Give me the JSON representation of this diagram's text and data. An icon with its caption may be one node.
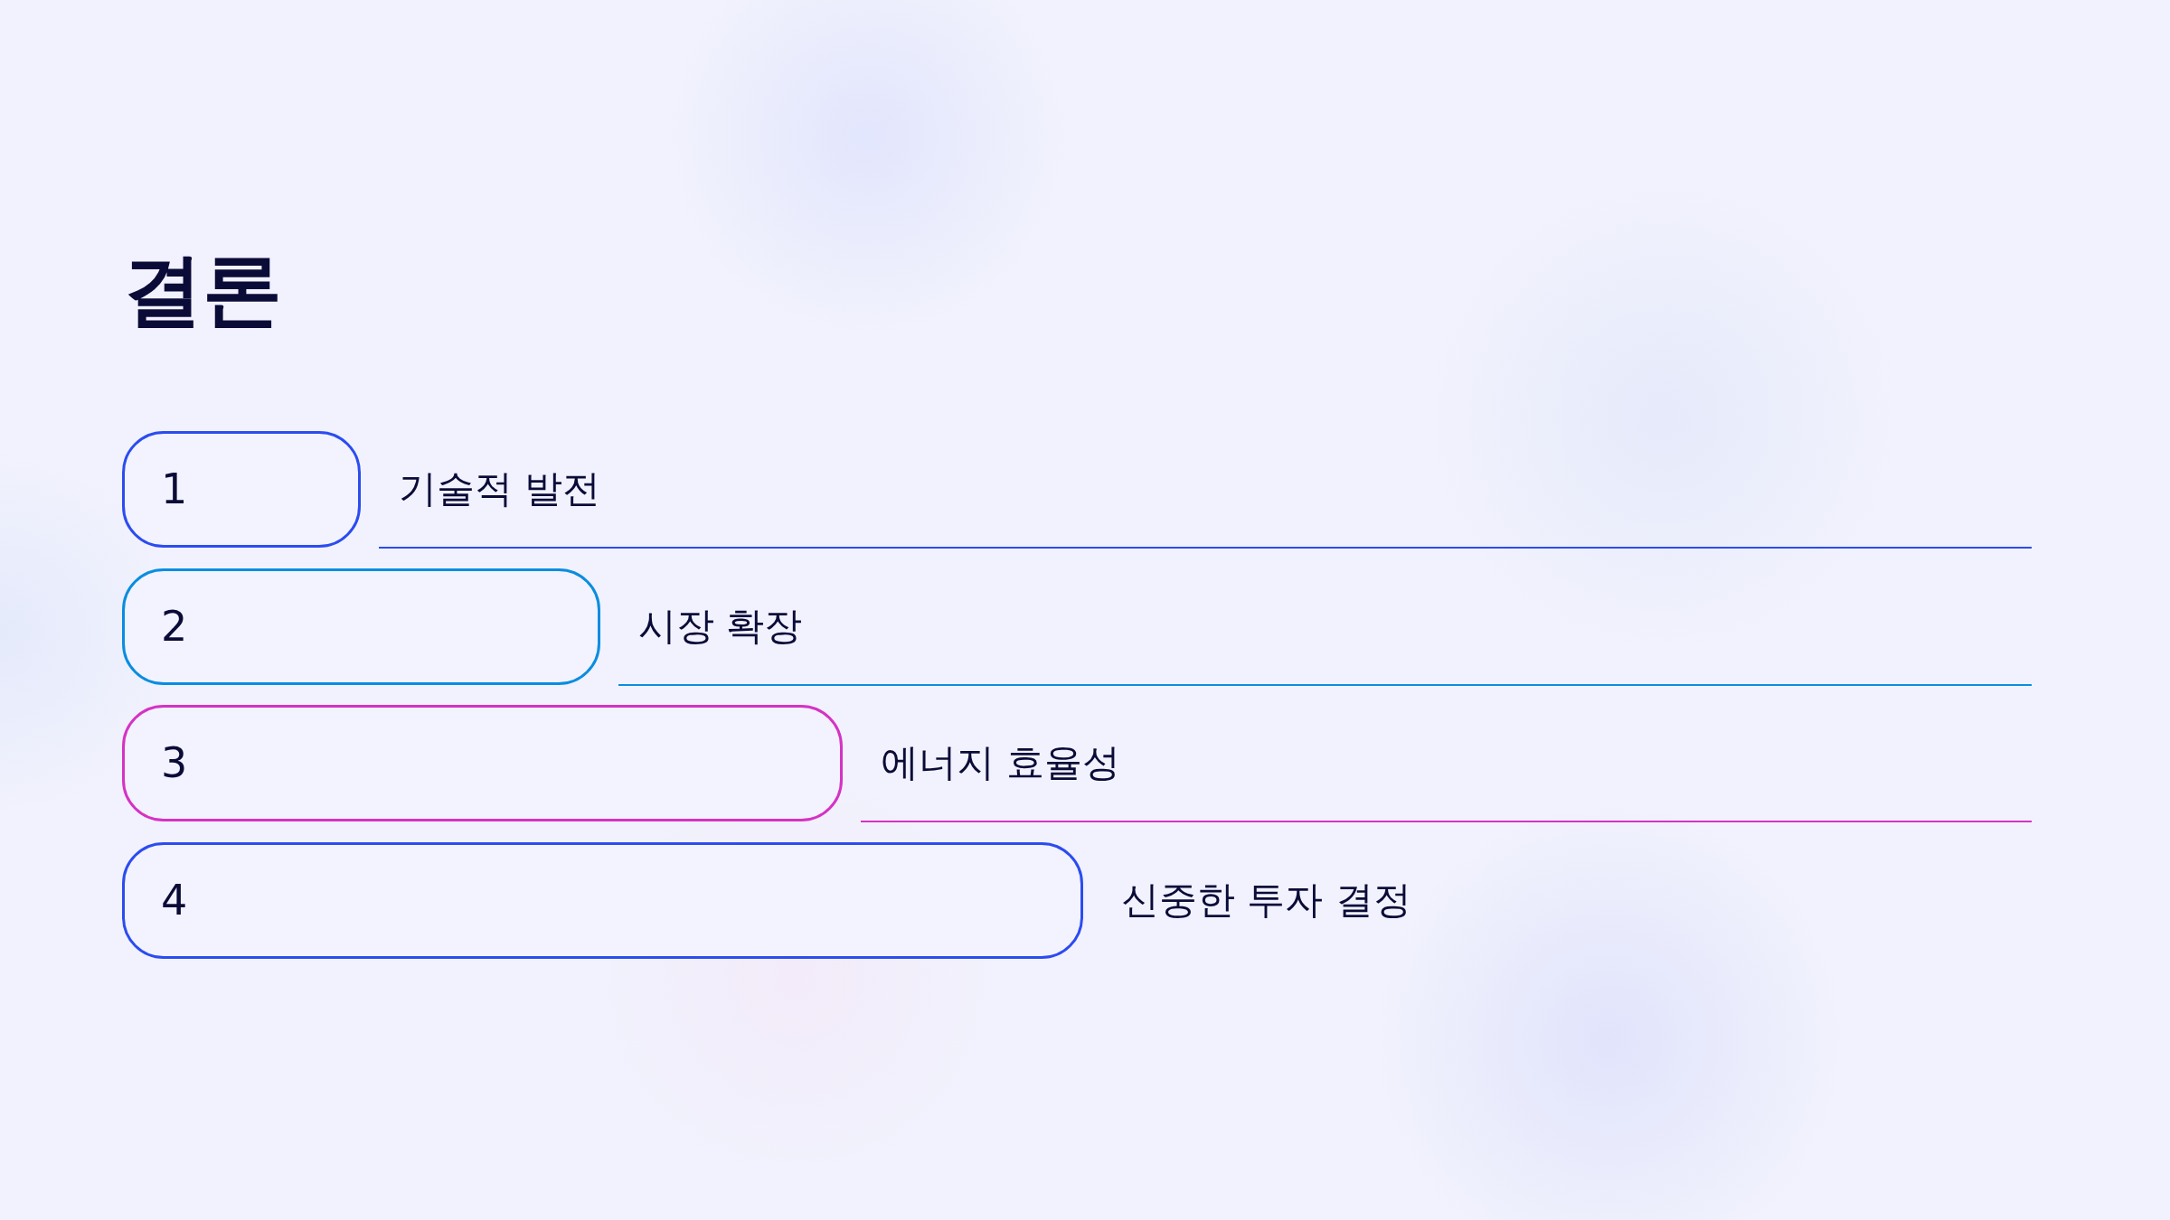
{
  "diagram": {
    "title": "결론",
    "nodes": [
      {
        "text": [
          "1"
        ],
        "beside": [
          "기술적 발전"
        ]
      },
      {
        "text": [
          "2"
        ],
        "beside": [
          "시장 확장"
        ]
      },
      {
        "text": [
          "3"
        ],
        "beside": [
          "에너지 효율성"
        ]
      },
      {
        "text": [
          "4"
        ],
        "beside": [
          "신중한 투자 결정"
        ]
      }
    ]
  }
}
